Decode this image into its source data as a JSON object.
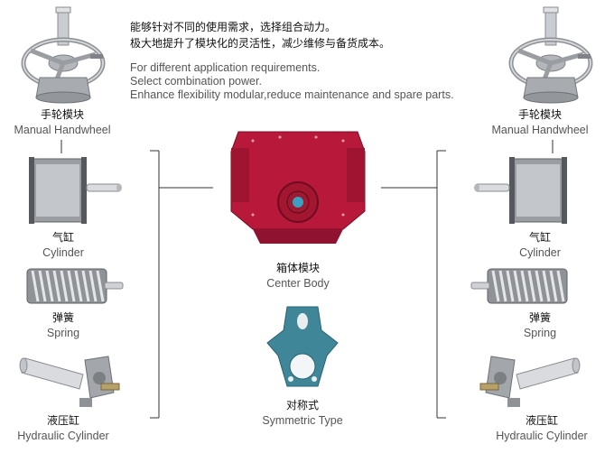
{
  "intro": {
    "cn_line1": "能够针对不同的使用需求，选择组合动力。",
    "cn_line2": "极大地提升了模块化的灵活性，减少维修与备货成本。",
    "en_line1": "For different application requirements.",
    "en_line2": "Select combination power.",
    "en_line3": "Enhance flexibility modular,reduce maintenance and spare parts."
  },
  "left": {
    "handwheel": {
      "cn": "手轮模块",
      "en": "Manual Handwheel"
    },
    "cylinder": {
      "cn": "气缸",
      "en": "Cylinder"
    },
    "spring": {
      "cn": "弹簧",
      "en": "Spring"
    },
    "hydraulic": {
      "cn": "液压缸",
      "en": "Hydraulic Cylinder"
    }
  },
  "right": {
    "handwheel": {
      "cn": "手轮模块",
      "en": "Manual Handwheel"
    },
    "cylinder": {
      "cn": "气缸",
      "en": "Cylinder"
    },
    "spring": {
      "cn": "弹簧",
      "en": "Spring"
    },
    "hydraulic": {
      "cn": "液压缸",
      "en": "Hydraulic Cylinder"
    }
  },
  "center": {
    "body": {
      "cn": "箱体模块",
      "en": "Center Body"
    },
    "symmetric": {
      "cn": "对称式",
      "en": "Symmetric Type"
    }
  },
  "colors": {
    "body_red": "#b8193a",
    "yoke_teal": "#3f8699",
    "metal": "#b9bcc0",
    "line": "#333333"
  }
}
